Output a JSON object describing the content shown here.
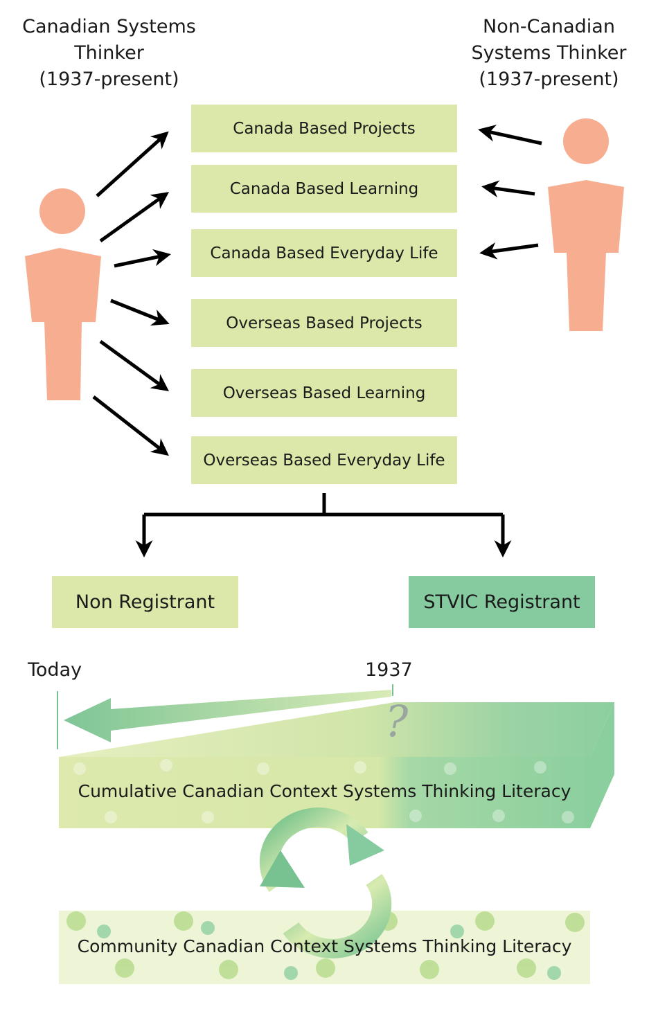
{
  "actors": {
    "canadian": {
      "line1": "Canadian Systems",
      "line2": "Thinker",
      "line3": "(1937-present)"
    },
    "non_canadian": {
      "line1": "Non-Canadian",
      "line2": "Systems Thinker",
      "line3": "(1937-present)"
    }
  },
  "contexts": [
    {
      "label": "Canada Based Projects"
    },
    {
      "label": "Canada Based Learning"
    },
    {
      "label": "Canada Based Everyday Life"
    },
    {
      "label": "Overseas Based Projects"
    },
    {
      "label": "Overseas Based Learning"
    },
    {
      "label": "Overseas Based Everyday Life"
    }
  ],
  "outcomes": {
    "non_registrant": "Non Registrant",
    "registrant": "STVIC Registrant"
  },
  "timeline": {
    "today": "Today",
    "start": "1937",
    "unknown_mark": "?"
  },
  "literacy": {
    "cumulative": "Cumulative Canadian Context Systems Thinking Literacy",
    "community": "Community Canadian Context Systems Thinking Literacy"
  },
  "colors": {
    "person": "#f7ad90",
    "box_light": "#dbe8aa",
    "box_dark": "#86cba0",
    "arrow": "#000000"
  }
}
